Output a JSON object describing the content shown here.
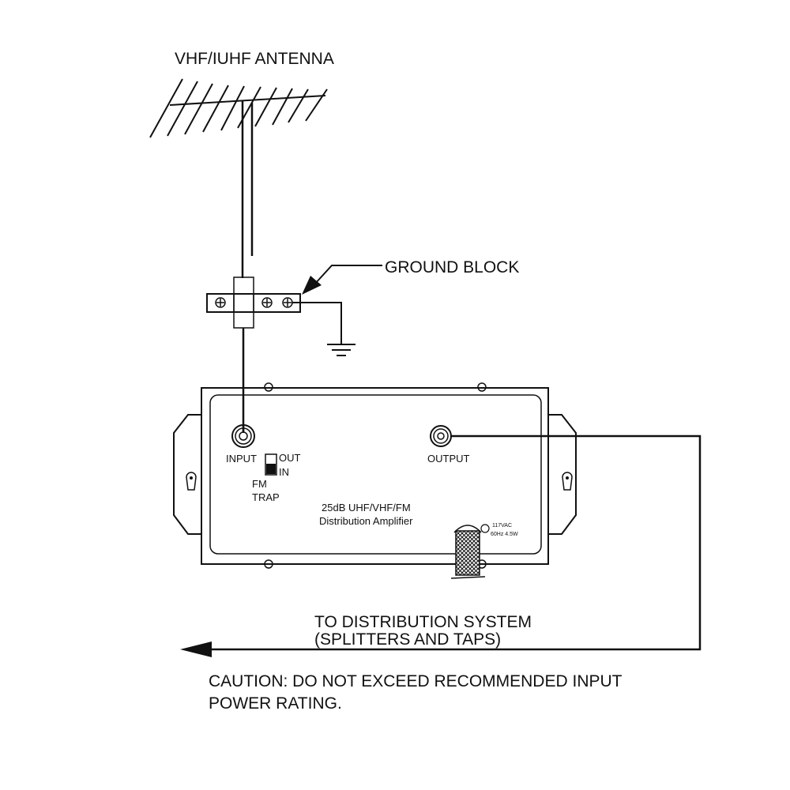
{
  "labels": {
    "antenna": "VHF/IUHF ANTENNA",
    "ground_block": "GROUND BLOCK",
    "input": "INPUT",
    "output": "OUTPUT",
    "switch_out": "OUT",
    "switch_in": "IN",
    "fm": "FM",
    "trap": "TRAP",
    "amp_line1": "25dB UHF/VHF/FM",
    "amp_line2": "Distribution Amplifier",
    "power_line1": "117VAC",
    "power_line2": "60Hz  4.5W",
    "dist_line1": "TO DISTRIBUTION SYSTEM",
    "dist_line2": "(SPLITTERS AND TAPS)",
    "caution_line1": "CAUTION: DO NOT EXCEED RECOMMENDED INPUT",
    "caution_line2": "POWER RATING."
  },
  "colors": {
    "ink": "#111111",
    "background": "#ffffff"
  }
}
